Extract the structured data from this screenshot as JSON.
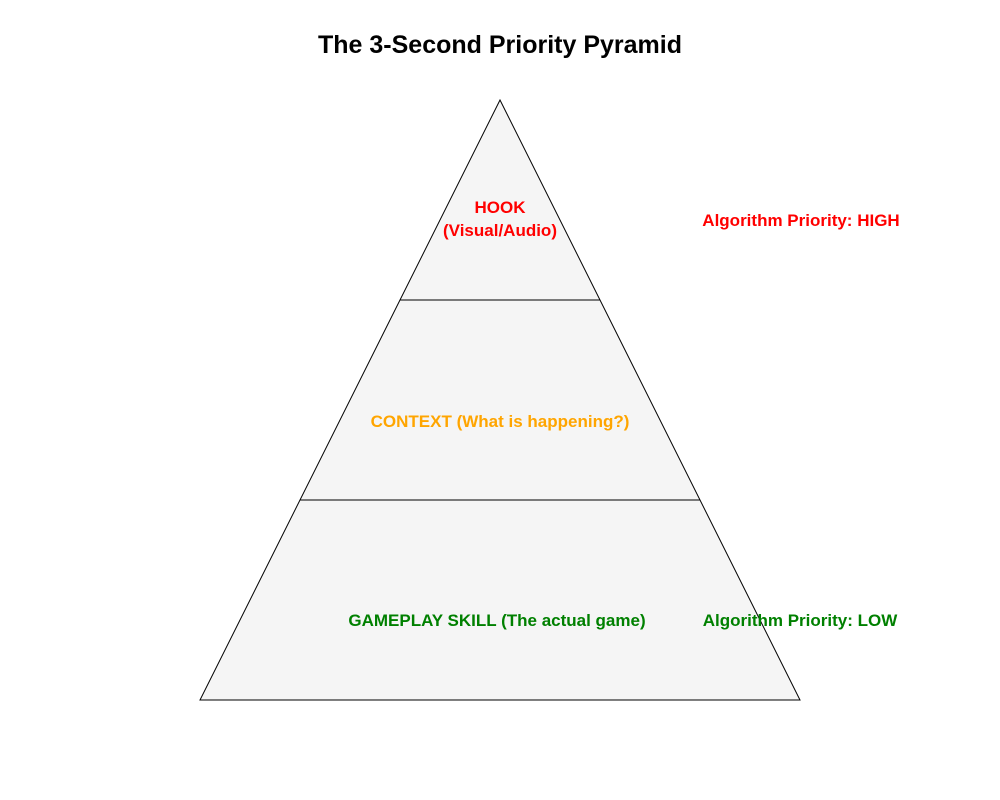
{
  "figure": {
    "title": "The 3-Second Priority Pyramid",
    "background_color": "#ffffff"
  },
  "pyramid": {
    "fill_color": "#f5f5f5",
    "outline_color": "#000000",
    "levels": [
      {
        "id": "hook",
        "position": "top",
        "label_line1": "HOOK",
        "label_line2": "(Visual/Audio)",
        "text_color": "#ff0000"
      },
      {
        "id": "context",
        "position": "middle",
        "label": "CONTEXT (What is happening?)",
        "text_color": "#ffa500"
      },
      {
        "id": "gameplay",
        "position": "bottom",
        "label": "GAMEPLAY SKILL (The actual game)",
        "text_color": "#008000"
      }
    ]
  },
  "annotations": {
    "high": {
      "text": "Algorithm Priority: HIGH",
      "color": "#ff0000"
    },
    "low": {
      "text": "Algorithm Priority: LOW",
      "color": "#008000"
    }
  }
}
